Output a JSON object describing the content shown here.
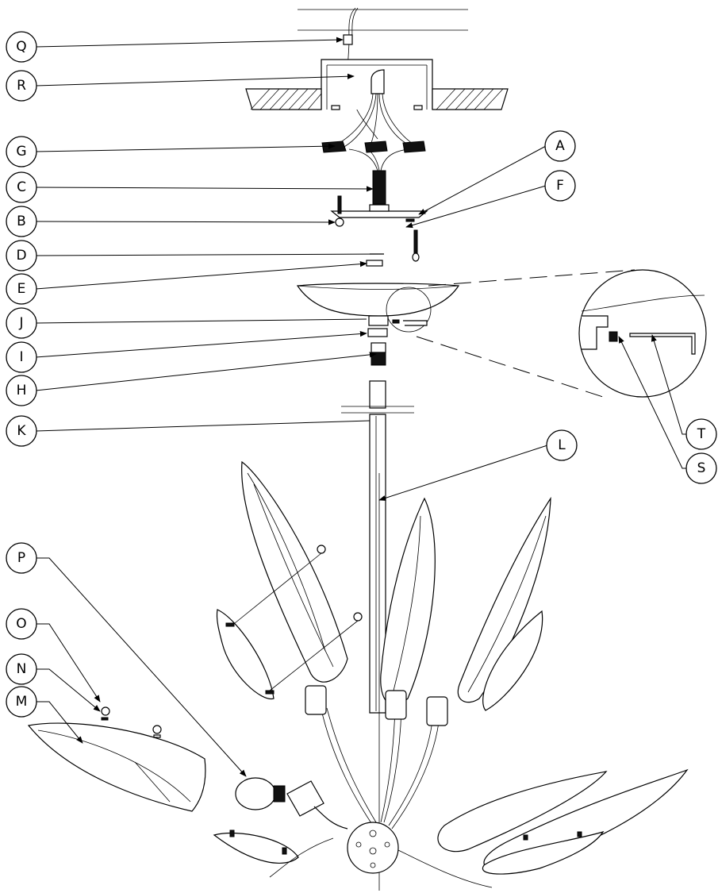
{
  "callouts": [
    {
      "id": "Q",
      "label": "Q"
    },
    {
      "id": "R",
      "label": "R"
    },
    {
      "id": "G",
      "label": "G"
    },
    {
      "id": "C",
      "label": "C"
    },
    {
      "id": "B",
      "label": "B"
    },
    {
      "id": "D",
      "label": "D"
    },
    {
      "id": "E",
      "label": "E"
    },
    {
      "id": "J",
      "label": "J"
    },
    {
      "id": "I",
      "label": "I"
    },
    {
      "id": "H",
      "label": "H"
    },
    {
      "id": "K",
      "label": "K"
    },
    {
      "id": "P",
      "label": "P"
    },
    {
      "id": "O",
      "label": "O"
    },
    {
      "id": "N",
      "label": "N"
    },
    {
      "id": "M",
      "label": "M"
    },
    {
      "id": "A",
      "label": "A"
    },
    {
      "id": "F",
      "label": "F"
    },
    {
      "id": "L",
      "label": "L"
    },
    {
      "id": "T",
      "label": "T"
    },
    {
      "id": "S",
      "label": "S"
    }
  ]
}
